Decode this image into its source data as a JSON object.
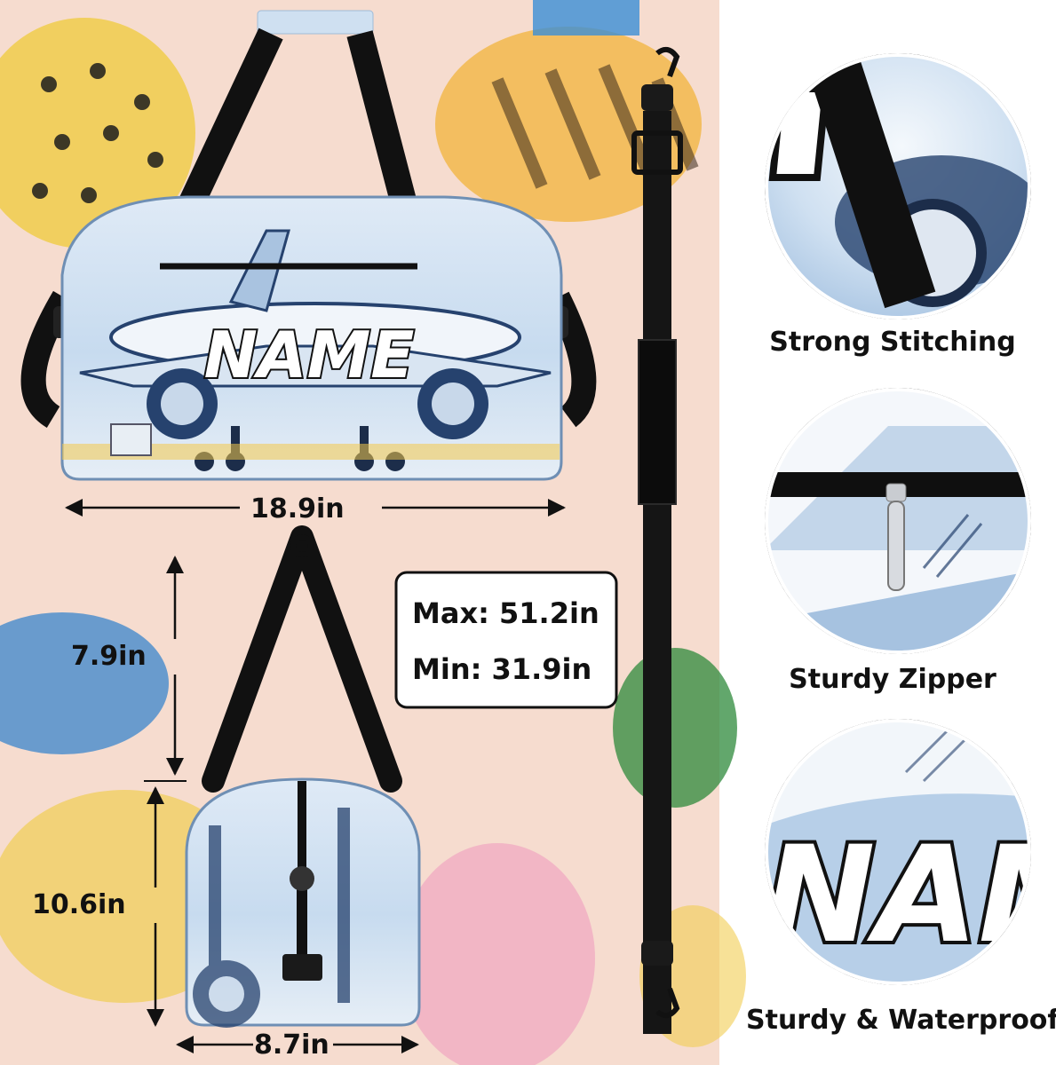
{
  "product": {
    "print_text": "NAME",
    "closeup_text": "NAM"
  },
  "dimensions": {
    "width": "18.9in",
    "handle_drop": "7.9in",
    "height": "10.6in",
    "depth": "8.7in"
  },
  "strap_length": {
    "max": "Max: 51.2in",
    "min": "Min: 31.9in"
  },
  "features": [
    {
      "label": "Strong Stitching"
    },
    {
      "label": "Sturdy Zipper"
    },
    {
      "label": "Sturdy & Waterproof"
    }
  ],
  "colors": {
    "background": "#f6dccf",
    "strap": "#111111",
    "sky_blue": "#b9d2ea",
    "navy": "#26426e",
    "accent_yellow": "#f4c84a"
  }
}
